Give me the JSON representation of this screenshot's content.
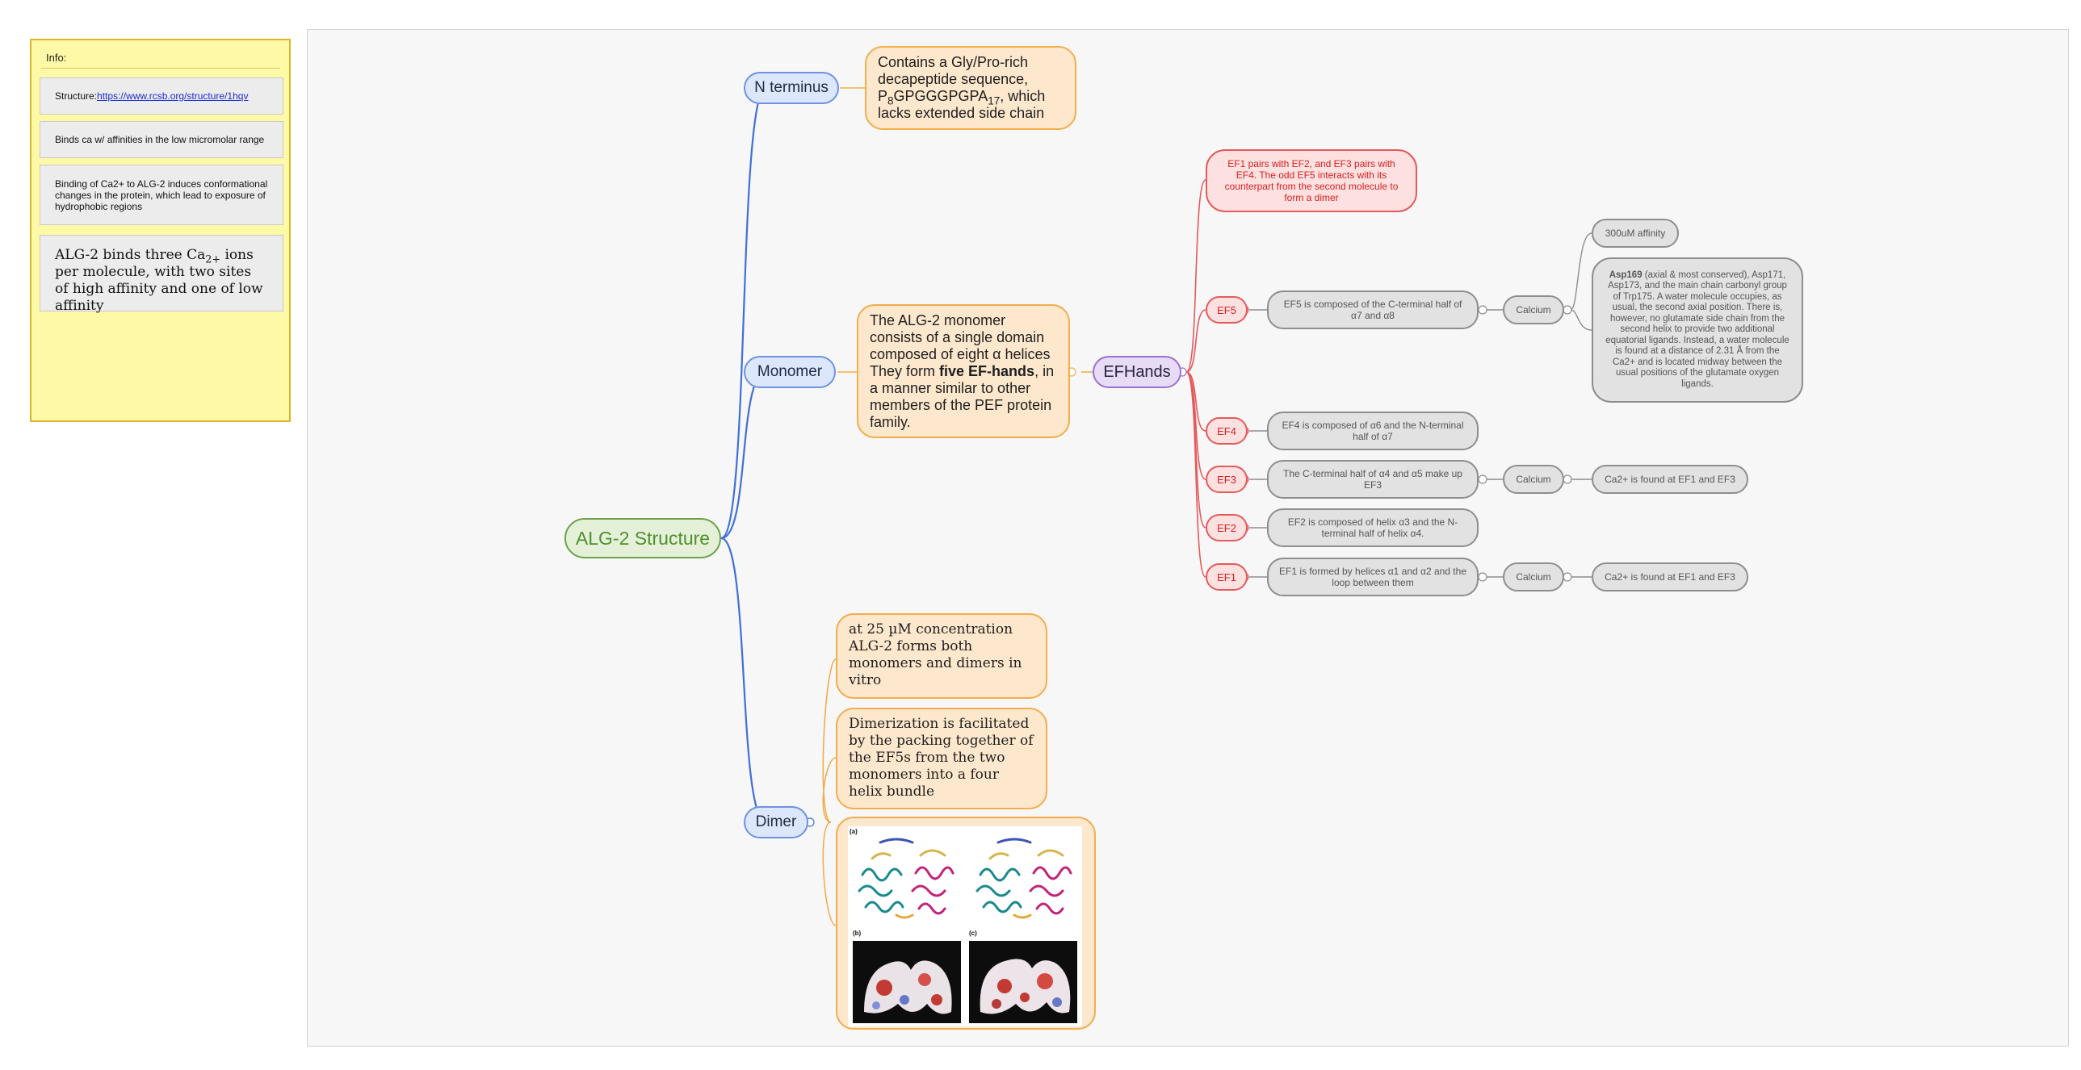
{
  "info": {
    "title": "Info:",
    "structure_prefix": "Structure:",
    "structure_link": "https://www.rcsb.org/structure/1hqv",
    "note1": "Binds ca w/ affinities in the low micromolar range",
    "note2": "Binding of Ca2+ to ALG-2 induces conformational changes in the protein, which lead to exposure of hydrophobic regions",
    "note3_a": "ALG-2 binds three Ca",
    "note3_sup": "2+",
    "note3_b": " ions per molecule, with two sites of high affinity and one of low affinity"
  },
  "map": {
    "root": "ALG-2 Structure",
    "n_terminus": {
      "label": "N terminus",
      "detail_a": "Contains a Gly/Pro-rich decapeptide sequence, P",
      "detail_sub1": "8",
      "detail_b": "GPGGGPGPA",
      "detail_sub2": "17",
      "detail_c": ", which lacks extended side chain"
    },
    "monomer": {
      "label": "Monomer",
      "detail_a": "The ALG-2 monomer consists of a single domain composed of eight α helices They form ",
      "detail_bold": "five EF-hands",
      "detail_b": ", in a manner similar to other members of the PEF protein family."
    },
    "efhands": {
      "label": "EFHands",
      "pairing": "EF1 pairs with EF2, and EF3 pairs with EF4. The odd EF5 interacts with its counterpart from the second molecule to form a dimer",
      "ef5": {
        "label": "EF5",
        "desc": "EF5 is composed of the C-terminal half of α7 and α8",
        "calcium": "Calcium",
        "affinity": "300uM affinity",
        "detail_bold": "Asp169",
        "detail": " (axial & most conserved), Asp171, Asp173, and the main chain carbonyl group of Trp175. A water molecule occupies, as usual, the second axial position. There is, however, no glutamate side chain from the second helix to provide two additional equatorial ligands. Instead, a water molecule is found at a distance of 2.31 Å from the Ca2+ and is located midway between the usual positions of the glutamate oxygen ligands."
      },
      "ef4": {
        "label": "EF4",
        "desc": "EF4 is composed of α6 and the N-terminal half of α7"
      },
      "ef3": {
        "label": "EF3",
        "desc": "The C-terminal half of α4 and α5 make up EF3",
        "calcium": "Calcium",
        "note": "Ca2+ is found at EF1 and EF3"
      },
      "ef2": {
        "label": "EF2",
        "desc": "EF2 is composed of helix α3 and the N-terminal half of helix α4."
      },
      "ef1": {
        "label": "EF1",
        "desc": "EF1 is formed by helices α1 and α2 and the loop between them",
        "calcium": "Calcium",
        "note": "Ca2+ is found at EF1 and EF3"
      }
    },
    "dimer": {
      "label": "Dimer",
      "conc": "at 25 µM concentration ALG-2 forms both monomers and dimers in vitro",
      "packing": "Dimerization is facilitated by the packing together of the EF5s from the two monomers into a four helix bundle",
      "figure_labels": [
        "(a)",
        "(b)",
        "(c)"
      ]
    }
  },
  "colors": {
    "root": "#6aa24a",
    "branch_blue": "#3f6fd8",
    "branch_orange": "#f2ad4d",
    "branch_red": "#e55a5a",
    "branch_gray": "#8e8e8e",
    "sticky": "#fdf9a6"
  }
}
